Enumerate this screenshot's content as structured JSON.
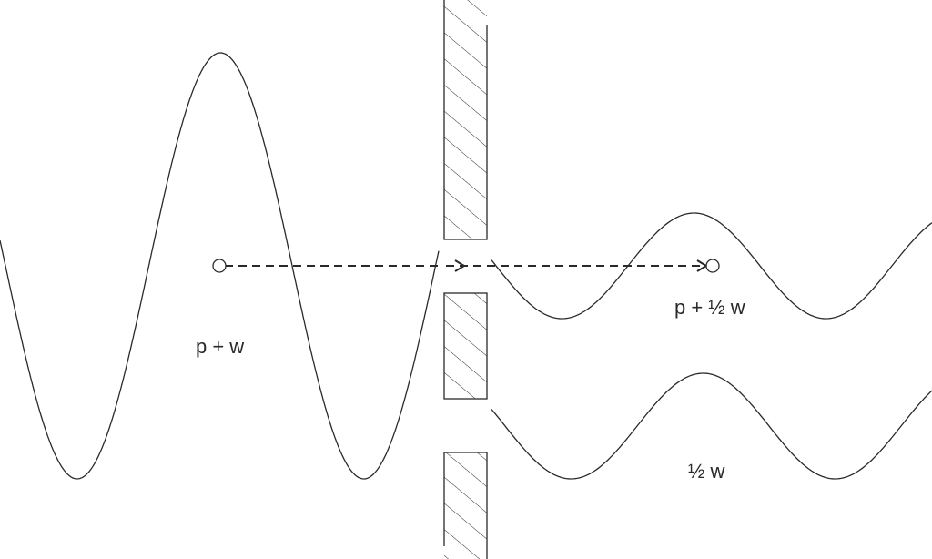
{
  "labels": {
    "incoming": "p + w",
    "transmitted": "p + ½ w",
    "reflected": "½ w"
  },
  "colors": {
    "stroke": "#2a2a2a",
    "background": "#ffffff"
  }
}
